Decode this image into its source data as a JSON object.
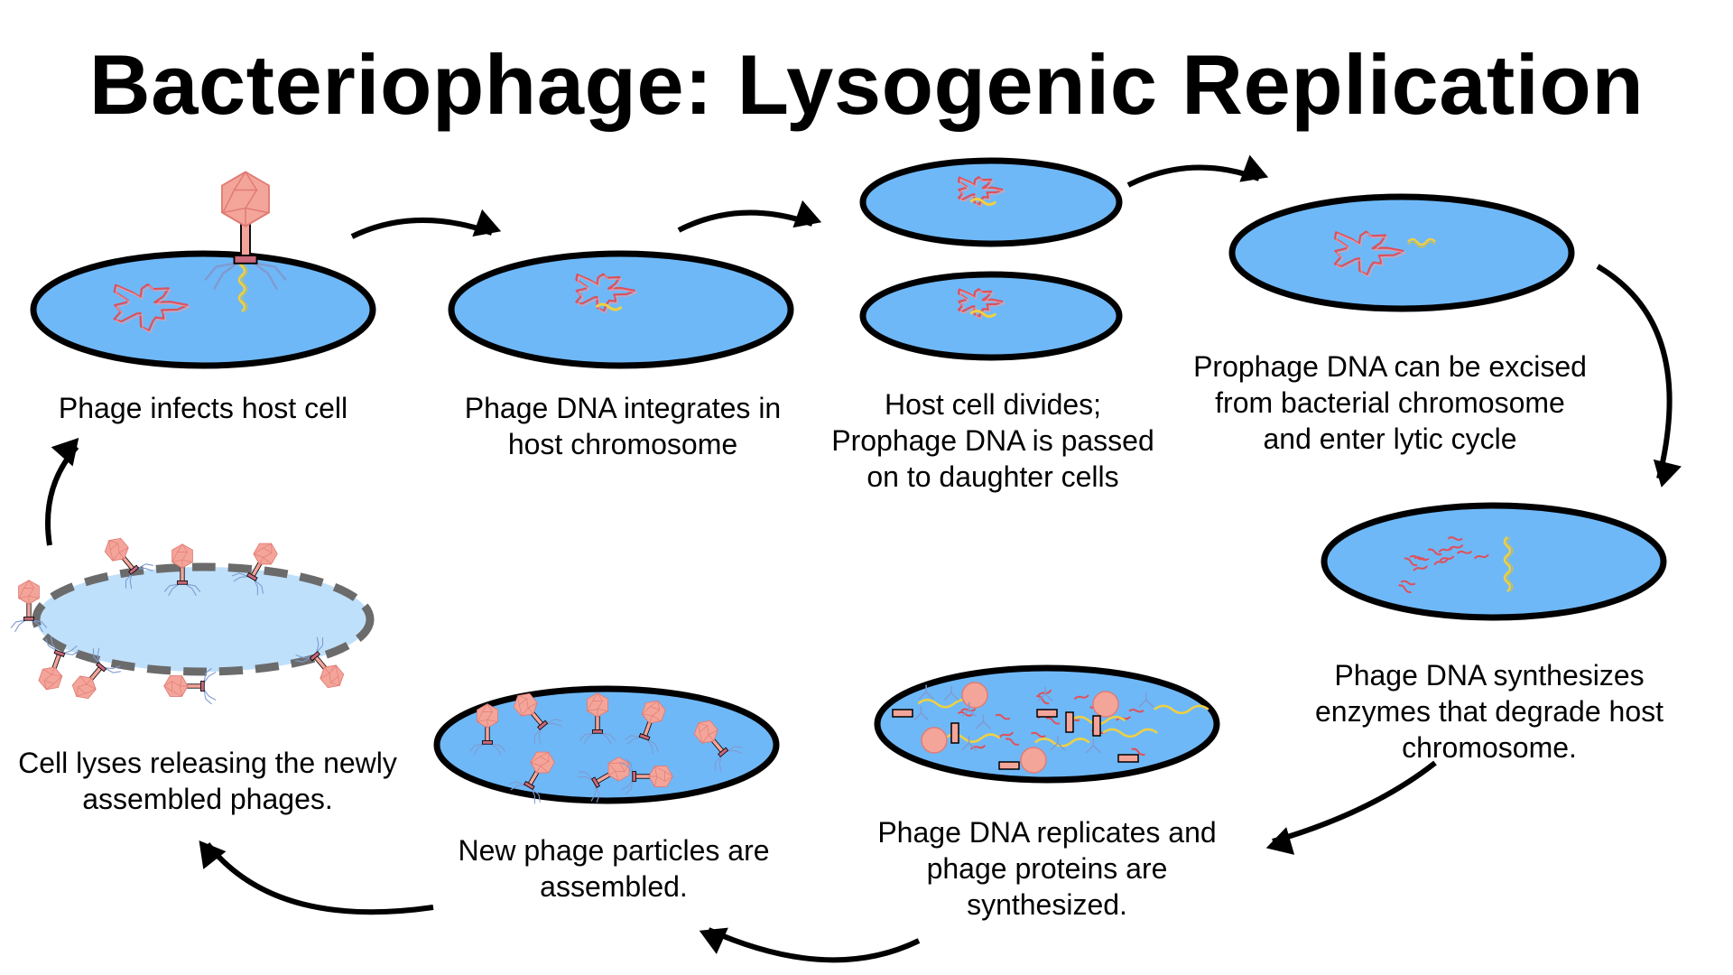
{
  "title": "Bacteriophage: Lysogenic Replication",
  "colors": {
    "cell_fill": "#6fb8f7",
    "cell_lysed_fill": "#bfe0fb",
    "cell_outline": "#000000",
    "lysed_outline": "#6b6b6b",
    "phage_head": "#f4a59a",
    "phage_edge": "#e07b74",
    "host_dna": "#e0505a",
    "phage_dna": "#f0d040",
    "tail_fiber": "#7f9bd1"
  },
  "steps": [
    {
      "id": "infect",
      "caption_lines": [
        "Phage infects host cell"
      ]
    },
    {
      "id": "integrate",
      "caption_lines": [
        "Phage DNA integrates in",
        "host chromosome"
      ]
    },
    {
      "id": "divide",
      "caption_lines": [
        "Host cell divides;",
        "Prophage DNA is passed",
        "on to daughter cells"
      ]
    },
    {
      "id": "excise",
      "caption_lines": [
        "Prophage DNA can be excised",
        "from bacterial chromosome",
        "and enter lytic cycle"
      ]
    },
    {
      "id": "degrade",
      "caption_lines": [
        "Phage DNA synthesizes",
        "enzymes that degrade host",
        "chromosome."
      ]
    },
    {
      "id": "replicate",
      "caption_lines": [
        "Phage DNA replicates and",
        "phage proteins are",
        "synthesized."
      ]
    },
    {
      "id": "assemble",
      "caption_lines": [
        "New phage particles are",
        "assembled."
      ]
    },
    {
      "id": "lyse",
      "caption_lines": [
        "Cell lyses releasing the newly",
        "assembled phages."
      ]
    }
  ]
}
